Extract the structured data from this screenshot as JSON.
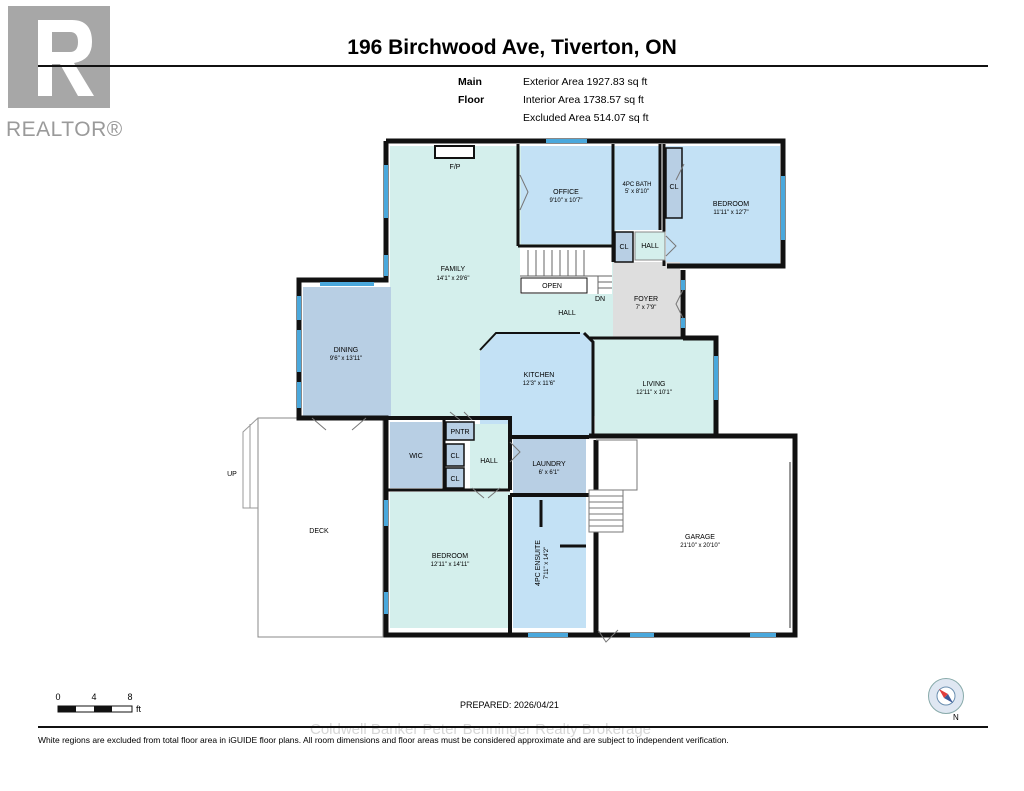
{
  "logo": {
    "text": "REALTOR®"
  },
  "title": "196 Birchwood Ave, Tiverton, ON",
  "areas": {
    "floor_label": "Main Floor",
    "exterior": "Exterior Area 1927.83 sq ft",
    "interior": "Interior Area 1738.57 sq ft",
    "excluded": "Excluded Area 514.07 sq ft"
  },
  "rooms": {
    "fp": "F/P",
    "office": {
      "name": "OFFICE",
      "dim": "9'10\" x 10'7\""
    },
    "bath4pc": {
      "name": "4PC BATH",
      "dim": "5' x 8'10\""
    },
    "cl1": "CL",
    "bedroom1": {
      "name": "BEDROOM",
      "dim": "11'11\" x 12'7\""
    },
    "cl2": "CL",
    "hall1": "HALL",
    "family": {
      "name": "FAMILY",
      "dim": "14'1\" x 29'6\""
    },
    "open": "OPEN",
    "dn": "DN",
    "foyer": {
      "name": "FOYER",
      "dim": "7' x 7'9\""
    },
    "hall2": "HALL",
    "dining": {
      "name": "DINING",
      "dim": "9'6\" x 13'11\""
    },
    "kitchen": {
      "name": "KITCHEN",
      "dim": "12'3\" x 11'6\""
    },
    "living": {
      "name": "LIVING",
      "dim": "12'11\" x 10'1\""
    },
    "pntr": "PNTR",
    "wic": "WIC",
    "cl3": "CL",
    "cl4": "CL",
    "hall3": "HALL",
    "laundry": {
      "name": "LAUNDRY",
      "dim": "6' x 6'1\""
    },
    "up": "UP",
    "deck": "DECK",
    "bedroom2": {
      "name": "BEDROOM",
      "dim": "12'11\" x 14'11\""
    },
    "ensuite": {
      "name": "4PC ENSUITE",
      "dim": "7'11\" x 14'2\""
    },
    "garage": {
      "name": "GARAGE",
      "dim": "21'10\" x 20'10\""
    }
  },
  "scale": {
    "n0": "0",
    "n4": "4",
    "n8": "8",
    "unit": "ft"
  },
  "compass": {
    "north": "N"
  },
  "prepared": "PREPARED: 2026/04/21",
  "watermark": "Coldwell Banker Peter Benninger Realty Brokerage",
  "footer": "White regions are excluded from total floor area in iGUIDE floor plans. All room dimensions and floor areas must be considered approximate and are subject to independent verification.",
  "colors": {
    "teal": "#d4efec",
    "blue": "#c3e1f5",
    "steel": "#b8cfe4",
    "gray": "#dedede",
    "window": "#4aa8dc",
    "wall": "#111111"
  }
}
